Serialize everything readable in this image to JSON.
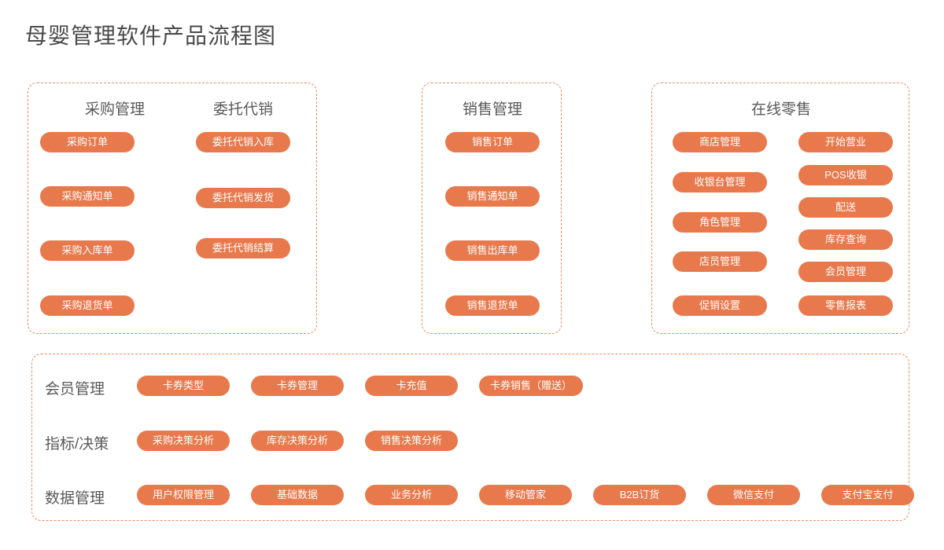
{
  "page": {
    "title": "母婴管理软件产品流程图",
    "accent_color": "#e8794c",
    "panel_border_color": "#ea8a5f",
    "heading_color": "#595959",
    "background_color": "#ffffff"
  },
  "panels": [
    {
      "id": "procurement",
      "columns": [
        {
          "heading": "采购管理",
          "items": [
            "采购订单",
            "采购通知单",
            "采购入库单",
            "采购退货单"
          ]
        },
        {
          "heading": "委托代销",
          "items": [
            "委托代销入库",
            "委托代销发货",
            "委托代销结算"
          ]
        }
      ]
    },
    {
      "id": "sales",
      "columns": [
        {
          "heading": "销售管理",
          "items": [
            "销售订单",
            "销售通知单",
            "销售出库单",
            "销售退货单"
          ]
        }
      ]
    },
    {
      "id": "retail",
      "heading": "在线零售",
      "columns": [
        {
          "heading": "",
          "items": [
            "商店管理",
            "收银台管理",
            "角色管理",
            "店员管理",
            "促销设置"
          ]
        },
        {
          "heading": "",
          "items": [
            "开始营业",
            "POS收银",
            "配送",
            "库存查询",
            "会员管理",
            "零售报表"
          ]
        }
      ]
    }
  ],
  "bottom": {
    "rows": [
      {
        "label": "会员管理",
        "items": [
          "卡券类型",
          "卡券管理",
          "卡充值",
          "卡券销售（赠送）"
        ]
      },
      {
        "label": "指标/决策",
        "items": [
          "采购决策分析",
          "库存决策分析",
          "销售决策分析"
        ]
      },
      {
        "label": "数据管理",
        "items": [
          "用户权限管理",
          "基础数据",
          "业务分析",
          "移动管家",
          "B2B订货",
          "微信支付",
          "支付宝支付"
        ]
      }
    ]
  }
}
